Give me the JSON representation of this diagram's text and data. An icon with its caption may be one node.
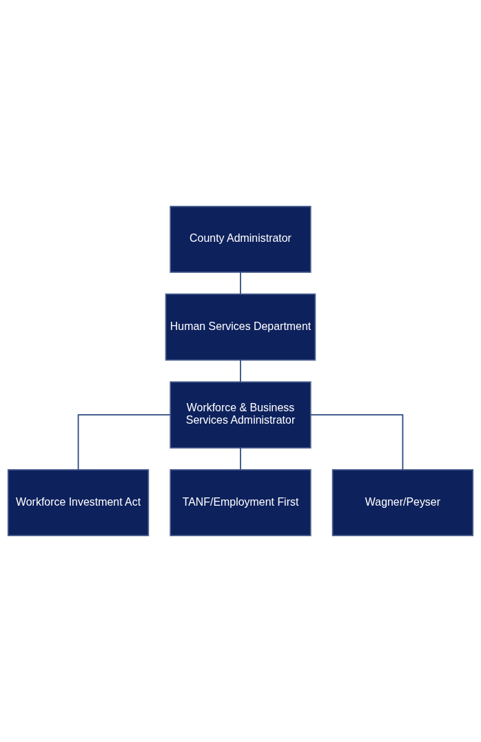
{
  "diagram": {
    "nodes": [
      {
        "text": [
          "County Administrator"
        ]
      },
      {
        "text": [
          "Human Services Department"
        ]
      },
      {
        "text": [
          "Workforce & Business Services Administrator"
        ]
      },
      {
        "text": [
          "Workforce Investment Act"
        ]
      },
      {
        "text": [
          "TANF/Employment First"
        ]
      },
      {
        "text": [
          "Wagner/Peyser"
        ]
      }
    ],
    "edges": [
      {
        "from": 0,
        "to": 1,
        "arrow": "none"
      },
      {
        "from": 1,
        "to": 2,
        "arrow": "none"
      },
      {
        "from": 2,
        "to": 3,
        "arrow": "none"
      },
      {
        "from": 2,
        "to": 4,
        "arrow": "none"
      },
      {
        "from": 2,
        "to": 5,
        "arrow": "none"
      }
    ]
  }
}
